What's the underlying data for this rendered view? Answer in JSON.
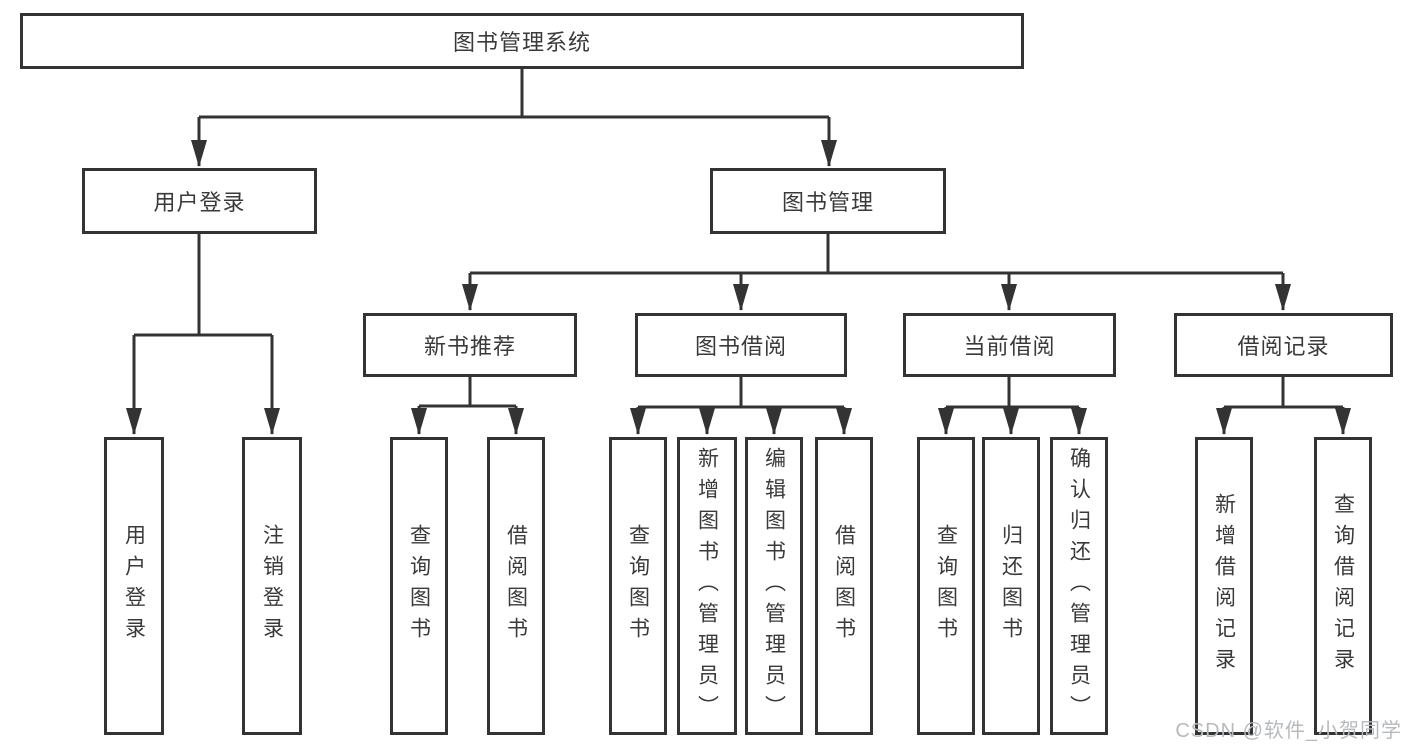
{
  "nodes": {
    "root": "图书管理系统",
    "user_login": "用户登录",
    "book_management": "图书管理",
    "new_book_recommend": "新书推荐",
    "book_borrow": "图书借阅",
    "current_borrow": "当前借阅",
    "borrow_record": "借阅记录",
    "login_leaf": "用户登录",
    "logout_leaf": "注销登录",
    "recommend_query_book": "查询图书",
    "recommend_borrow_book": "借阅图书",
    "borrow_query_book": "查询图书",
    "borrow_add_book": "新增图书（管理员）",
    "borrow_edit_book": "编辑图书（管理员）",
    "borrow_borrow_book": "借阅图书",
    "current_query_book": "查询图书",
    "current_return_book": "归还图书",
    "current_confirm_return": "确认归还（管理员）",
    "record_add": "新增借阅记录",
    "record_query": "查询借阅记录"
  },
  "hierarchy": {
    "图书管理系统": [
      "用户登录",
      "图书管理"
    ],
    "用户登录": [
      "用户登录",
      "注销登录"
    ],
    "图书管理": [
      "新书推荐",
      "图书借阅",
      "当前借阅",
      "借阅记录"
    ],
    "新书推荐": [
      "查询图书",
      "借阅图书"
    ],
    "图书借阅": [
      "查询图书",
      "新增图书（管理员）",
      "编辑图书（管理员）",
      "借阅图书"
    ],
    "当前借阅": [
      "查询图书",
      "归还图书",
      "确认归还（管理员）"
    ],
    "借阅记录": [
      "新增借阅记录",
      "查询借阅记录"
    ]
  },
  "watermark": "CSDN @软件_小贺同学",
  "colors": {
    "line": "#333333",
    "border": "#333333",
    "text": "#3a3a3a",
    "watermark": "#b7babd",
    "background": "#ffffff"
  }
}
